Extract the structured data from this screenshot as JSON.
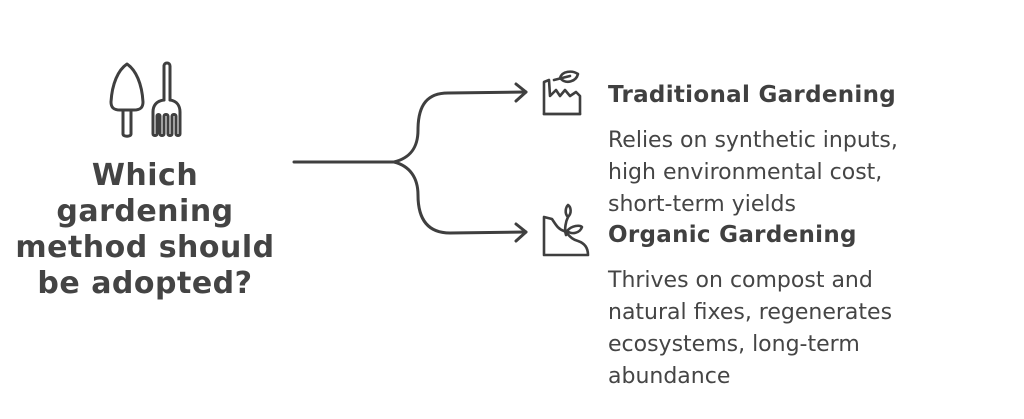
{
  "question": {
    "line1": "Which",
    "line2": "gardening",
    "line3": "method should",
    "line4": "be adopted?",
    "icon": "trowel-and-fork-icon"
  },
  "options": [
    {
      "title": "Traditional Gardening",
      "description": "Relies on synthetic inputs,\nhigh environmental cost,\nshort-term yields",
      "icon": "factory-leaf-icon"
    },
    {
      "title": "Organic Gardening",
      "description": "Thrives on compost and\nnatural fixes, regenerates\necosystems, long-term\nabundance",
      "icon": "sprout-hill-icon"
    }
  ],
  "colors": {
    "stroke": "#3f3f3f",
    "text": "#444444",
    "background": "#ffffff"
  }
}
